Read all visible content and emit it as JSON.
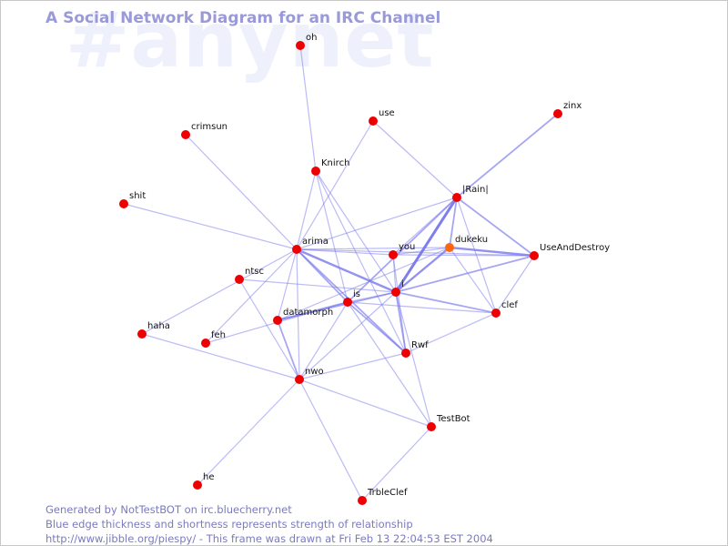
{
  "watermark": "#anynet",
  "title": "A Social Network Diagram for an IRC Channel",
  "footer": {
    "generated": "Generated by NotTestBOT on irc.bluecherry.net",
    "legend": "Blue edge thickness and shortness represents strength of relationship",
    "url_line": "http://www.jibble.org/piespy/ - This frame was drawn at Fri Feb 13 22:04:53 EST 2004"
  },
  "colors": {
    "node": "#ee0000",
    "node_highlight": "#ff6611",
    "edge": "#7777ee",
    "label": "#111111"
  },
  "network": {
    "nodes": [
      {
        "id": "oh",
        "label": "oh"
      },
      {
        "id": "use",
        "label": "use"
      },
      {
        "id": "zinx",
        "label": "zinx"
      },
      {
        "id": "crimsun",
        "label": "crimsun"
      },
      {
        "id": "knirch",
        "label": "Knirch"
      },
      {
        "id": "rain",
        "label": "|Rain|"
      },
      {
        "id": "shit",
        "label": "shit"
      },
      {
        "id": "arima",
        "label": "arima"
      },
      {
        "id": "you",
        "label": "you"
      },
      {
        "id": "dukeku",
        "label": "dukeku",
        "highlight": true
      },
      {
        "id": "useanddestroy",
        "label": "UseAndDestroy"
      },
      {
        "id": "ntsc",
        "label": "ntsc"
      },
      {
        "id": "i",
        "label": "i"
      },
      {
        "id": "is",
        "label": "is"
      },
      {
        "id": "clef",
        "label": "clef"
      },
      {
        "id": "datamorph",
        "label": "datamorph"
      },
      {
        "id": "haha",
        "label": "haha"
      },
      {
        "id": "feh",
        "label": "feh"
      },
      {
        "id": "rwf",
        "label": "Rwf"
      },
      {
        "id": "nwo",
        "label": "nwo"
      },
      {
        "id": "testbot",
        "label": "TestBot"
      },
      {
        "id": "he",
        "label": "he"
      },
      {
        "id": "trbleclef",
        "label": "TrbleClef"
      }
    ],
    "edges": [
      {
        "a": "oh",
        "b": "knirch",
        "weight": 1
      },
      {
        "a": "use",
        "b": "arima",
        "weight": 1
      },
      {
        "a": "use",
        "b": "rain",
        "weight": 1
      },
      {
        "a": "zinx",
        "b": "rain",
        "weight": 2
      },
      {
        "a": "crimsun",
        "b": "arima",
        "weight": 1
      },
      {
        "a": "shit",
        "b": "arima",
        "weight": 1
      },
      {
        "a": "knirch",
        "b": "arima",
        "weight": 1
      },
      {
        "a": "knirch",
        "b": "i",
        "weight": 1
      },
      {
        "a": "knirch",
        "b": "is",
        "weight": 1
      },
      {
        "a": "knirch",
        "b": "rwf",
        "weight": 1
      },
      {
        "a": "rain",
        "b": "arima",
        "weight": 1
      },
      {
        "a": "rain",
        "b": "i",
        "weight": 4
      },
      {
        "a": "rain",
        "b": "useanddestroy",
        "weight": 2
      },
      {
        "a": "rain",
        "b": "dukeku",
        "weight": 2
      },
      {
        "a": "rain",
        "b": "clef",
        "weight": 1
      },
      {
        "a": "rain",
        "b": "is",
        "weight": 2
      },
      {
        "a": "rain",
        "b": "you",
        "weight": 1
      },
      {
        "a": "arima",
        "b": "you",
        "weight": 1
      },
      {
        "a": "arima",
        "b": "dukeku",
        "weight": 1
      },
      {
        "a": "arima",
        "b": "useanddestroy",
        "weight": 1
      },
      {
        "a": "arima",
        "b": "i",
        "weight": 3
      },
      {
        "a": "arima",
        "b": "is",
        "weight": 2
      },
      {
        "a": "arima",
        "b": "rwf",
        "weight": 2
      },
      {
        "a": "arima",
        "b": "datamorph",
        "weight": 1
      },
      {
        "a": "arima",
        "b": "feh",
        "weight": 1
      },
      {
        "a": "arima",
        "b": "nwo",
        "weight": 1
      },
      {
        "a": "arima",
        "b": "haha",
        "weight": 1
      },
      {
        "a": "you",
        "b": "dukeku",
        "weight": 1
      },
      {
        "a": "you",
        "b": "i",
        "weight": 1
      },
      {
        "a": "you",
        "b": "rwf",
        "weight": 1
      },
      {
        "a": "dukeku",
        "b": "useanddestroy",
        "weight": 3
      },
      {
        "a": "dukeku",
        "b": "i",
        "weight": 3
      },
      {
        "a": "dukeku",
        "b": "clef",
        "weight": 1
      },
      {
        "a": "dukeku",
        "b": "datamorph",
        "weight": 1
      },
      {
        "a": "useanddestroy",
        "b": "i",
        "weight": 2
      },
      {
        "a": "useanddestroy",
        "b": "clef",
        "weight": 1
      },
      {
        "a": "useanddestroy",
        "b": "you",
        "weight": 1
      },
      {
        "a": "ntsc",
        "b": "i",
        "weight": 1
      },
      {
        "a": "ntsc",
        "b": "nwo",
        "weight": 1
      },
      {
        "a": "i",
        "b": "is",
        "weight": 1
      },
      {
        "a": "i",
        "b": "datamorph",
        "weight": 2
      },
      {
        "a": "i",
        "b": "nwo",
        "weight": 1
      },
      {
        "a": "i",
        "b": "rwf",
        "weight": 2
      },
      {
        "a": "i",
        "b": "clef",
        "weight": 2
      },
      {
        "a": "i",
        "b": "testbot",
        "weight": 1
      },
      {
        "a": "is",
        "b": "datamorph",
        "weight": 2
      },
      {
        "a": "is",
        "b": "rwf",
        "weight": 2
      },
      {
        "a": "is",
        "b": "clef",
        "weight": 1
      },
      {
        "a": "is",
        "b": "nwo",
        "weight": 1
      },
      {
        "a": "is",
        "b": "testbot",
        "weight": 1
      },
      {
        "a": "is",
        "b": "feh",
        "weight": 1
      },
      {
        "a": "datamorph",
        "b": "nwo",
        "weight": 2
      },
      {
        "a": "nwo",
        "b": "rwf",
        "weight": 1
      },
      {
        "a": "nwo",
        "b": "testbot",
        "weight": 1
      },
      {
        "a": "nwo",
        "b": "trbleclef",
        "weight": 1
      },
      {
        "a": "nwo",
        "b": "he",
        "weight": 1
      },
      {
        "a": "nwo",
        "b": "haha",
        "weight": 1
      },
      {
        "a": "testbot",
        "b": "trbleclef",
        "weight": 1
      },
      {
        "a": "rwf",
        "b": "clef",
        "weight": 1
      }
    ]
  }
}
